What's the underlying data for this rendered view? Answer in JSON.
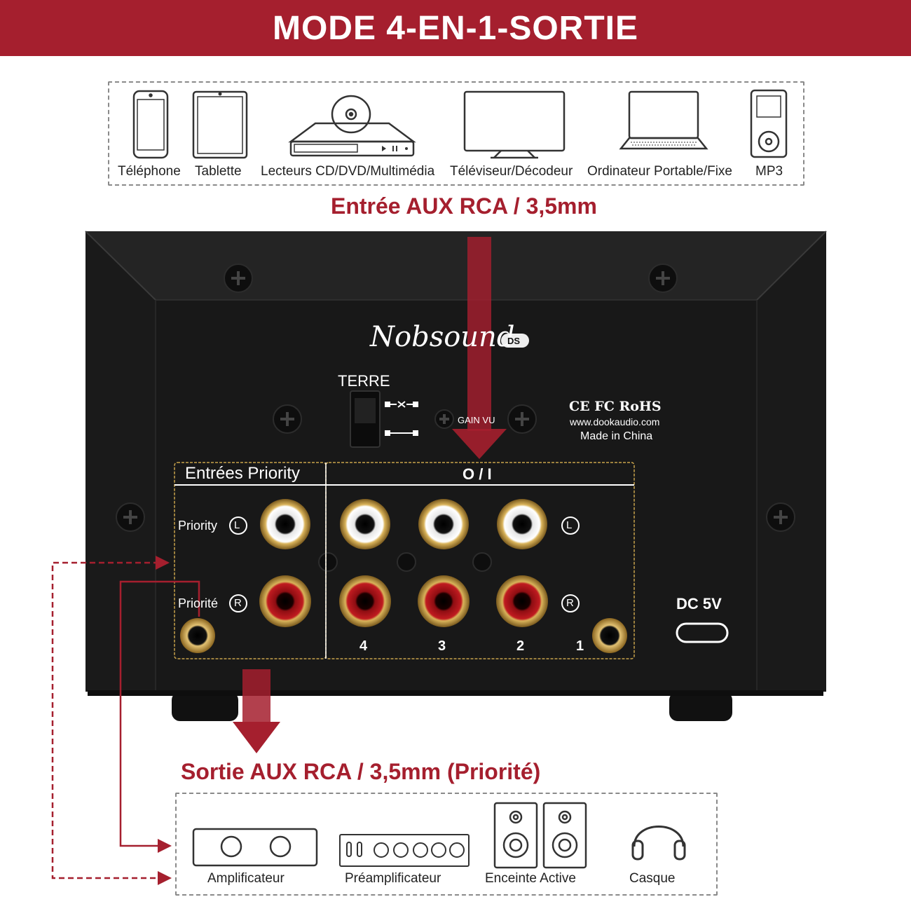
{
  "banner": {
    "title": "MODE 4-EN-1-SORTIE"
  },
  "inputs": {
    "devices": [
      {
        "label": "Téléphone",
        "icon": "phone-icon"
      },
      {
        "label": "Tablette",
        "icon": "tablet-icon"
      },
      {
        "label": "Lecteurs CD/DVD/Multimédia",
        "icon": "cd-dvd-player-icon"
      },
      {
        "label": "Téléviseur/Décodeur",
        "icon": "tv-icon"
      },
      {
        "label": "Ordinateur Portable/Fixe",
        "icon": "laptop-icon"
      },
      {
        "label": "MP3",
        "icon": "mp3-player-icon"
      }
    ],
    "title": "Entrée AUX RCA / 3,5mm"
  },
  "device": {
    "brand": "Nobsound",
    "badge": "DS",
    "terre": "TERRE",
    "gain": "GAIN VU",
    "cert": "CE FC RoHS",
    "url": "www.dookaudio.com",
    "made": "Made in China",
    "priority_panel_title": "Entrées Priority",
    "io_panel_title": "O / I",
    "priority_l_label": "Priority",
    "priority_r_label": "Priorité",
    "channel_l": "L",
    "channel_r": "R",
    "ports": [
      "4",
      "3",
      "2",
      "1"
    ],
    "dc": "DC 5V"
  },
  "outputs": {
    "title": "Sortie AUX RCA / 3,5mm (Priorité)",
    "devices": [
      {
        "label": "Amplificateur",
        "icon": "amplifier-icon"
      },
      {
        "label": "Préamplificateur",
        "icon": "preamplifier-icon"
      },
      {
        "label": "Enceinte Active",
        "icon": "active-speaker-icon"
      },
      {
        "label": "Casque",
        "icon": "headphones-icon"
      }
    ]
  },
  "colors": {
    "accent": "#a51f2e",
    "panel": "#1b1b1b",
    "gold": "#c8a24a"
  }
}
